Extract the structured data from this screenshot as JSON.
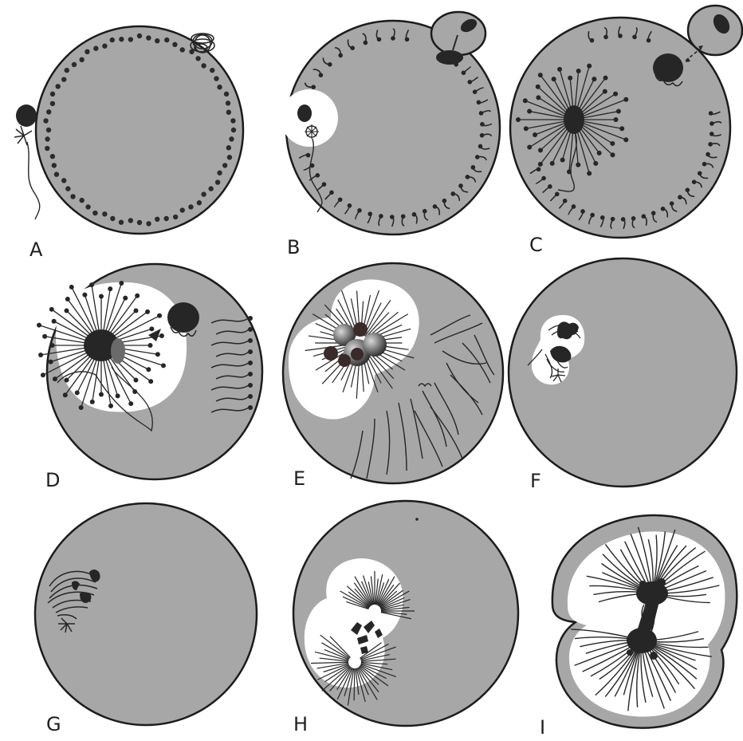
{
  "colors": {
    "cytoplasm": "#a7a7a7",
    "outline": "#1c1c1c",
    "structure": "#262626",
    "clear_zone": "#ffffff"
  },
  "panels": [
    {
      "label": "A",
      "name": "panel-a"
    },
    {
      "label": "B",
      "name": "panel-b"
    },
    {
      "label": "C",
      "name": "panel-c"
    },
    {
      "label": "D",
      "name": "panel-d"
    },
    {
      "label": "E",
      "name": "panel-e"
    },
    {
      "label": "F",
      "name": "panel-f"
    },
    {
      "label": "G",
      "name": "panel-g"
    },
    {
      "label": "H",
      "name": "panel-h"
    },
    {
      "label": "I",
      "name": "panel-i"
    }
  ]
}
